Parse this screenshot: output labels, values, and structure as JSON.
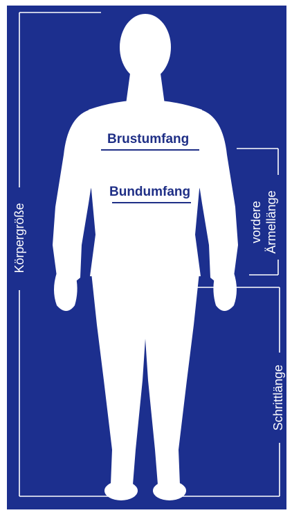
{
  "diagram": {
    "colors": {
      "background": "#1c2f8e",
      "figure": "#ffffff",
      "lines": "#ffffff",
      "inner_text": "#1f2f86"
    },
    "labels": {
      "chest": "Brustumfang",
      "waist": "Bundumfang",
      "height": "Körpergröße",
      "sleeve_line1": "vordere",
      "sleeve_line2": "Ärmellänge",
      "inseam": "Schrittlänge"
    }
  }
}
